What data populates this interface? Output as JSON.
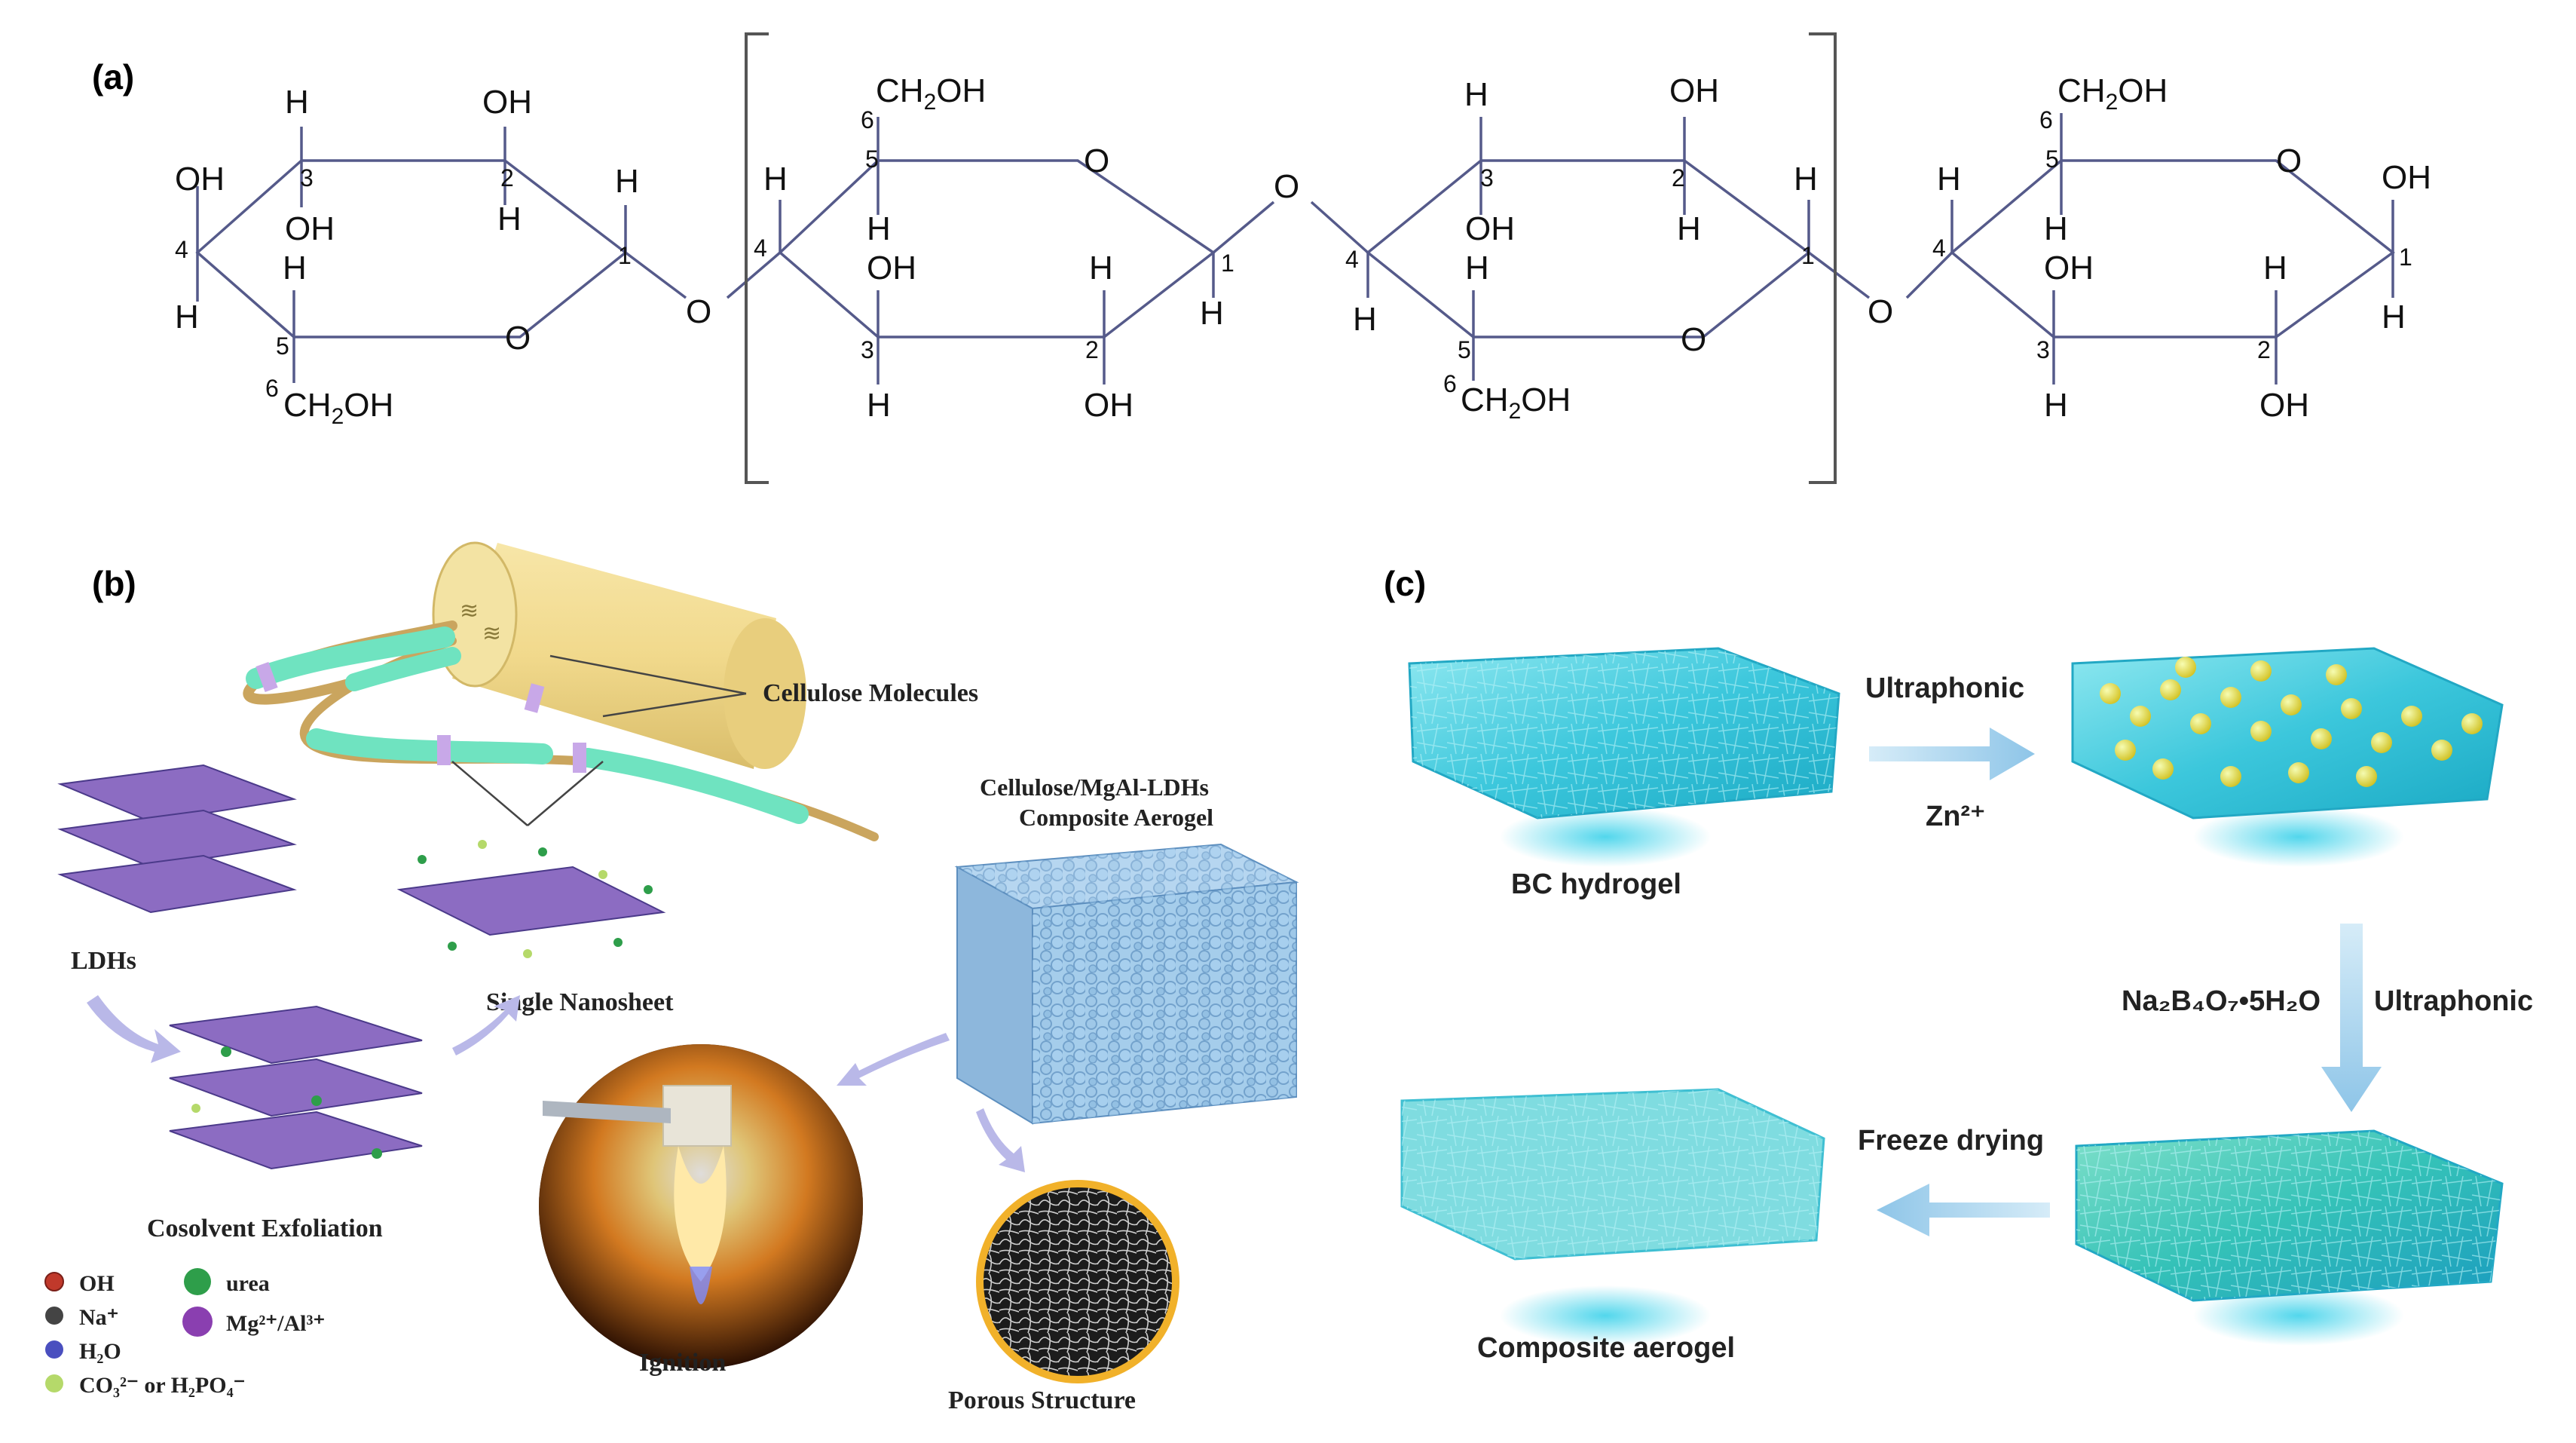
{
  "panels": {
    "a": {
      "label": "(a)",
      "atoms": {
        "H": "H",
        "OH": "OH",
        "O": "O",
        "CH2OH": "CH",
        "sub2": "2",
        "OHsuffix": "OH",
        "n1": "1",
        "n2": "2",
        "n3": "3",
        "n4": "4",
        "n5": "5",
        "n6": "6"
      }
    },
    "b": {
      "label": "(b)",
      "cellulose_molecules": "Cellulose Molecules",
      "composite_line1": "Cellulose/MgAl-LDHs",
      "composite_line2": "Composite Aerogel",
      "ldhs": "LDHs",
      "single_nanosheet": "Single Nanosheet",
      "cosolvent_exfoliation": "Cosolvent Exfoliation",
      "ignition": "Ignition",
      "porous_structure": "Porous Structure",
      "legend": {
        "oh": "OH",
        "na": "Na⁺",
        "h2o": "H₂O",
        "co3": "CO₃²⁻ or H₂PO₄⁻",
        "urea": "urea",
        "mg": "Mg²⁺/Al³⁺",
        "colors": {
          "oh": "#c0392b",
          "na": "#444444",
          "h2o": "#4a4fbf",
          "co3": "#b5d96a",
          "urea": "#2e9e4a",
          "mg": "#8a3fb0"
        }
      }
    },
    "c": {
      "label": "(c)",
      "ultraphonic_1": "Ultraphonic",
      "zn": "Zn²⁺",
      "bc_hydrogel": "BC hydrogel",
      "borax": "Na₂B₄O₇•5H₂O",
      "ultraphonic_2": "Ultraphonic",
      "freeze_drying": "Freeze drying",
      "composite_aerogel": "Composite aerogel"
    }
  }
}
